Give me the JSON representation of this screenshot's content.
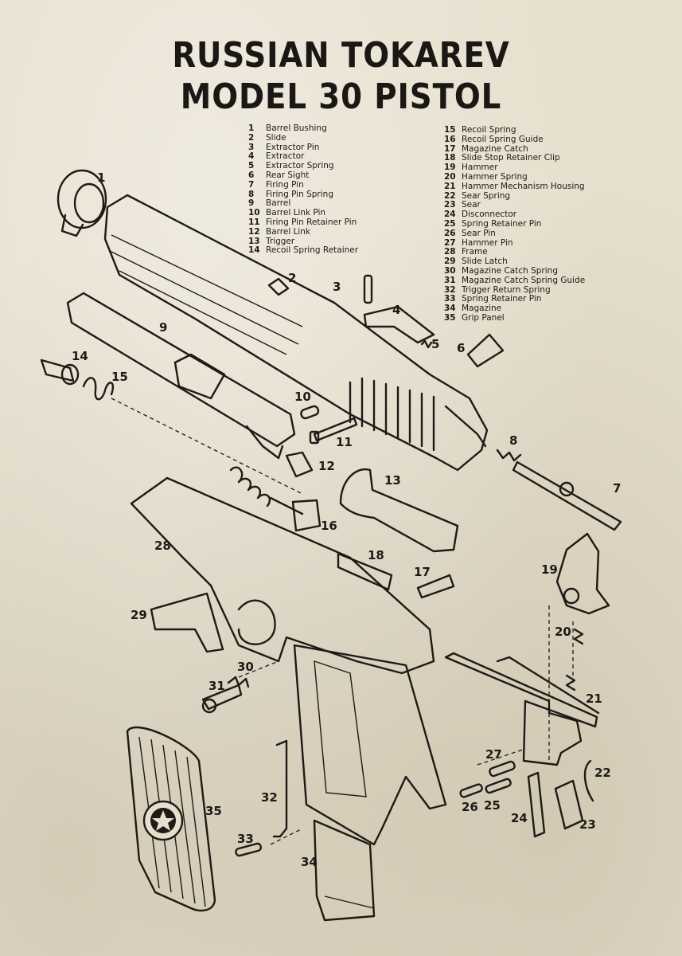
{
  "title": {
    "line1": "RUSSIAN TOKAREV",
    "line2": "MODEL 30 PISTOL"
  },
  "legend_left": [
    {
      "num": "1",
      "name": "Barrel Bushing"
    },
    {
      "num": "2",
      "name": "Slide"
    },
    {
      "num": "3",
      "name": "Extractor Pin"
    },
    {
      "num": "4",
      "name": "Extractor"
    },
    {
      "num": "5",
      "name": "Extractor Spring"
    },
    {
      "num": "6",
      "name": "Rear Sight"
    },
    {
      "num": "7",
      "name": "Firing Pin"
    },
    {
      "num": "8",
      "name": "Firing Pin Spring"
    },
    {
      "num": "9",
      "name": "Barrel"
    },
    {
      "num": "10",
      "name": "Barrel Link Pin"
    },
    {
      "num": "11",
      "name": "Firing Pin Retainer Pin"
    },
    {
      "num": "12",
      "name": "Barrel Link"
    },
    {
      "num": "13",
      "name": "Trigger"
    },
    {
      "num": "14",
      "name": "Recoil Spring Retainer"
    }
  ],
  "legend_right": [
    {
      "num": "15",
      "name": "Recoil Spring"
    },
    {
      "num": "16",
      "name": "Recoil Spring Guide"
    },
    {
      "num": "17",
      "name": "Magazine Catch"
    },
    {
      "num": "18",
      "name": "Slide Stop Retainer Clip"
    },
    {
      "num": "19",
      "name": "Hammer"
    },
    {
      "num": "20",
      "name": "Hammer Spring"
    },
    {
      "num": "21",
      "name": "Hammer Mechanism Housing"
    },
    {
      "num": "22",
      "name": "Sear Spring"
    },
    {
      "num": "23",
      "name": "Sear"
    },
    {
      "num": "24",
      "name": "Disconnector"
    },
    {
      "num": "25",
      "name": "Spring Retainer Pin"
    },
    {
      "num": "26",
      "name": "Sear Pin"
    },
    {
      "num": "27",
      "name": "Hammer Pin"
    },
    {
      "num": "28",
      "name": "Frame"
    },
    {
      "num": "29",
      "name": "Slide Latch"
    },
    {
      "num": "30",
      "name": "Magazine Catch Spring"
    },
    {
      "num": "31",
      "name": "Magazine Catch Spring Guide"
    },
    {
      "num": "32",
      "name": "Trigger Return Spring"
    },
    {
      "num": "33",
      "name": "Spring Retainer Pin"
    },
    {
      "num": "34",
      "name": "Magazine"
    },
    {
      "num": "35",
      "name": "Grip Panel"
    }
  ],
  "callouts": {
    "c1": "1",
    "c2": "2",
    "c3": "3",
    "c4": "4",
    "c5": "5",
    "c6": "6",
    "c7": "7",
    "c8": "8",
    "c9": "9",
    "c10": "10",
    "c11": "11",
    "c12": "12",
    "c13": "13",
    "c14": "14",
    "c15": "15",
    "c16": "16",
    "c17": "17",
    "c18": "18",
    "c19": "19",
    "c20": "20",
    "c21": "21",
    "c22": "22",
    "c23": "23",
    "c24": "24",
    "c25": "25",
    "c26": "26",
    "c27": "27",
    "c28": "28",
    "c29": "29",
    "c30": "30",
    "c31": "31",
    "c32": "32",
    "c33": "33",
    "c34": "34",
    "c35": "35"
  },
  "colors": {
    "paper": "#e6dfcd",
    "ink": "#1e1a16"
  }
}
